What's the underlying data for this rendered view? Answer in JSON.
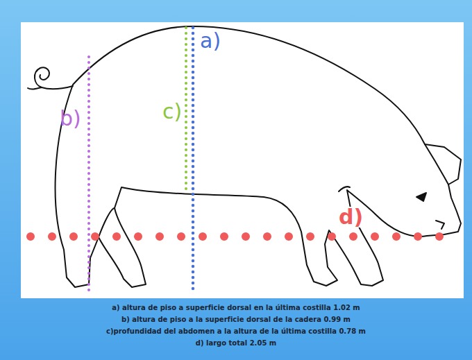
{
  "diagram": {
    "labels": [
      "a)",
      "b)",
      "c)",
      "d)",
      "a) altura de piso a superficie dorsal en la última costilla 1.02 m",
      "b) altura de piso a la superficie dorsal de la cadera 0.99 m",
      "c)profundidad del abdomen a la altura de la última costilla 0.78 m",
      "d) largo total 2.05 m"
    ]
  }
}
